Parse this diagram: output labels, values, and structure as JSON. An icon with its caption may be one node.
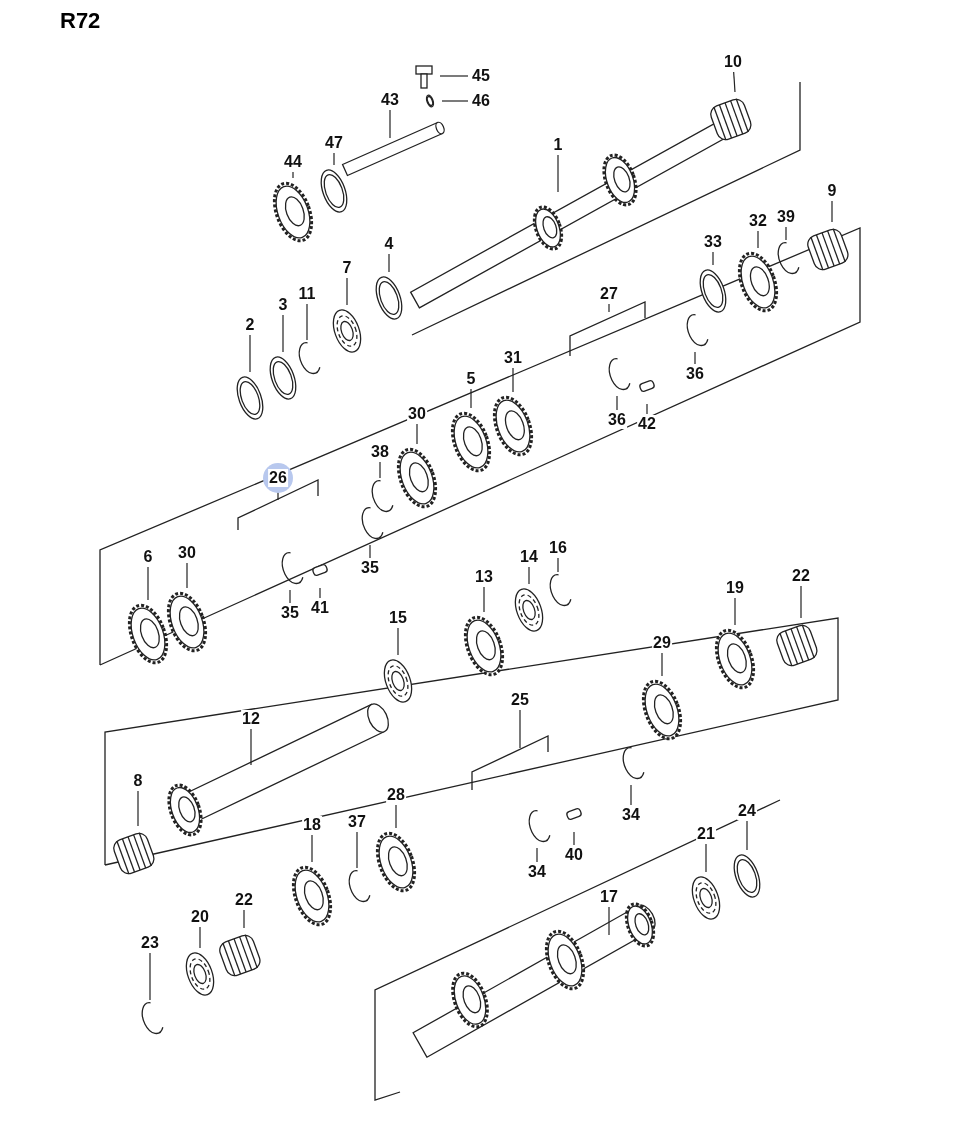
{
  "diagram": {
    "title": "R72",
    "nodes": [
      {
        "text": [
          "45"
        ]
      },
      {
        "text": [
          "10"
        ]
      },
      {
        "text": [
          "46"
        ]
      },
      {
        "text": [
          "43"
        ]
      },
      {
        "text": [
          "47"
        ]
      },
      {
        "text": [
          "1"
        ]
      },
      {
        "text": [
          "44"
        ]
      },
      {
        "text": [
          "9"
        ]
      },
      {
        "text": [
          "32"
        ]
      },
      {
        "text": [
          "39"
        ]
      },
      {
        "text": [
          "4"
        ]
      },
      {
        "text": [
          "33"
        ]
      },
      {
        "text": [
          "7"
        ]
      },
      {
        "text": [
          "11"
        ]
      },
      {
        "text": [
          "27"
        ]
      },
      {
        "text": [
          "3"
        ]
      },
      {
        "text": [
          "2"
        ]
      },
      {
        "text": [
          "31"
        ]
      },
      {
        "text": [
          "36"
        ]
      },
      {
        "text": [
          "5"
        ]
      },
      {
        "text": [
          "30"
        ]
      },
      {
        "text": [
          "36"
        ]
      },
      {
        "text": [
          "42"
        ]
      },
      {
        "text": [
          "38"
        ]
      },
      {
        "text": [
          "26"
        ]
      },
      {
        "text": [
          "16"
        ]
      },
      {
        "text": [
          "6"
        ]
      },
      {
        "text": [
          "30"
        ]
      },
      {
        "text": [
          "14"
        ]
      },
      {
        "text": [
          "35"
        ]
      },
      {
        "text": [
          "13"
        ]
      },
      {
        "text": [
          "22"
        ]
      },
      {
        "text": [
          "19"
        ]
      },
      {
        "text": [
          "41"
        ]
      },
      {
        "text": [
          "35"
        ]
      },
      {
        "text": [
          "15"
        ]
      },
      {
        "text": [
          "29"
        ]
      },
      {
        "text": [
          "25"
        ]
      },
      {
        "text": [
          "12"
        ]
      },
      {
        "text": [
          "8"
        ]
      },
      {
        "text": [
          "28"
        ]
      },
      {
        "text": [
          "24"
        ]
      },
      {
        "text": [
          "34"
        ]
      },
      {
        "text": [
          "37"
        ]
      },
      {
        "text": [
          "18"
        ]
      },
      {
        "text": [
          "21"
        ]
      },
      {
        "text": [
          "40"
        ]
      },
      {
        "text": [
          "34"
        ]
      },
      {
        "text": [
          "17"
        ]
      },
      {
        "text": [
          "22"
        ]
      },
      {
        "text": [
          "20"
        ]
      },
      {
        "text": [
          "23"
        ]
      }
    ],
    "edges": [
      {
        "from": 0,
        "to": null,
        "arrow": "none"
      },
      {
        "from": 1,
        "to": null,
        "arrow": "none"
      },
      {
        "from": 2,
        "to": null,
        "arrow": "none"
      },
      {
        "from": 3,
        "to": null,
        "arrow": "none"
      },
      {
        "from": 4,
        "to": null,
        "arrow": "none"
      },
      {
        "from": 5,
        "to": null,
        "arrow": "none"
      },
      {
        "from": 6,
        "to": null,
        "arrow": "none"
      },
      {
        "from": 7,
        "to": null,
        "arrow": "none"
      },
      {
        "from": 8,
        "to": null,
        "arrow": "none"
      },
      {
        "from": 9,
        "to": null,
        "arrow": "none"
      },
      {
        "from": 10,
        "to": null,
        "arrow": "none"
      },
      {
        "from": 11,
        "to": null,
        "arrow": "none"
      },
      {
        "from": 12,
        "to": null,
        "arrow": "none"
      },
      {
        "from": 13,
        "to": null,
        "arrow": "none"
      },
      {
        "from": 14,
        "to": null,
        "arrow": "none"
      },
      {
        "from": 15,
        "to": null,
        "arrow": "none"
      },
      {
        "from": 16,
        "to": null,
        "arrow": "none"
      },
      {
        "from": 17,
        "to": null,
        "arrow": "none"
      },
      {
        "from": 18,
        "to": null,
        "arrow": "none"
      },
      {
        "from": 19,
        "to": null,
        "arrow": "none"
      },
      {
        "from": 20,
        "to": null,
        "arrow": "none"
      },
      {
        "from": 21,
        "to": null,
        "arrow": "none"
      },
      {
        "from": 22,
        "to": null,
        "arrow": "none"
      },
      {
        "from": 23,
        "to": null,
        "arrow": "none"
      },
      {
        "from": 24,
        "to": null,
        "arrow": "none"
      },
      {
        "from": 25,
        "to": null,
        "arrow": "none"
      },
      {
        "from": 26,
        "to": null,
        "arrow": "none"
      },
      {
        "from": 27,
        "to": null,
        "arrow": "none"
      },
      {
        "from": 28,
        "to": null,
        "arrow": "none"
      },
      {
        "from": 29,
        "to": null,
        "arrow": "none"
      },
      {
        "from": 30,
        "to": null,
        "arrow": "none"
      },
      {
        "from": 31,
        "to": null,
        "arrow": "none"
      },
      {
        "from": 32,
        "to": null,
        "arrow": "none"
      },
      {
        "from": 33,
        "to": null,
        "arrow": "none"
      },
      {
        "from": 34,
        "to": null,
        "arrow": "none"
      },
      {
        "from": 35,
        "to": null,
        "arrow": "none"
      },
      {
        "from": 36,
        "to": null,
        "arrow": "none"
      },
      {
        "from": 37,
        "to": null,
        "arrow": "none"
      },
      {
        "from": 38,
        "to": null,
        "arrow": "none"
      },
      {
        "from": 39,
        "to": null,
        "arrow": "none"
      },
      {
        "from": 40,
        "to": null,
        "arrow": "none"
      },
      {
        "from": 41,
        "to": null,
        "arrow": "none"
      },
      {
        "from": 42,
        "to": null,
        "arrow": "none"
      },
      {
        "from": 43,
        "to": null,
        "arrow": "none"
      },
      {
        "from": 44,
        "to": null,
        "arrow": "none"
      },
      {
        "from": 45,
        "to": null,
        "arrow": "none"
      },
      {
        "from": 46,
        "to": null,
        "arrow": "none"
      },
      {
        "from": 47,
        "to": null,
        "arrow": "none"
      },
      {
        "from": 48,
        "to": null,
        "arrow": "none"
      },
      {
        "from": 49,
        "to": null,
        "arrow": "none"
      },
      {
        "from": 50,
        "to": null,
        "arrow": "none"
      },
      {
        "from": 51,
        "to": null,
        "arrow": "none"
      }
    ]
  }
}
